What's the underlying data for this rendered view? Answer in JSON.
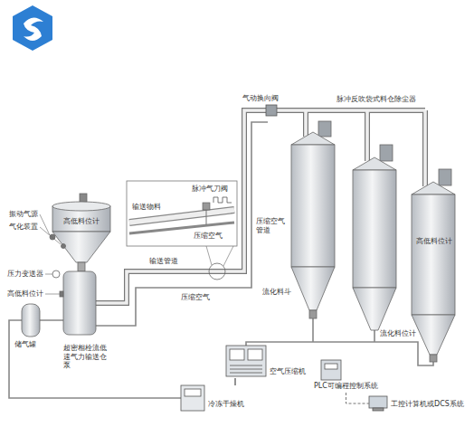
{
  "diagram": {
    "nodes": [
      {
        "text": [
          "空气压缩机"
        ]
      },
      {
        "text": [
          "冷冻干燥机"
        ]
      },
      {
        "text": [
          "PLC可编程控制系统"
        ]
      },
      {
        "text": [
          "工控计算机或DCS系统"
        ]
      }
    ],
    "edges": [
      {
        "from": 0,
        "to": 1,
        "arrow": "none"
      },
      {
        "from": 2,
        "to": 3,
        "arrow": "none"
      }
    ],
    "labels": [
      "振动气源",
      "气化装置",
      "高低料位计",
      "压力变送器",
      "高低料位计",
      "储气罐",
      "超密相栓流低速气力输送仓泵",
      "输送物料",
      "脉冲气刀阀",
      "压缩空气",
      "输送管道",
      "压缩空气",
      "压缩空气管道",
      "气动换向阀",
      "脉冲反吹袋式料仓除尘器",
      "高低料位计",
      "流化料斗",
      "流化料位计"
    ]
  }
}
